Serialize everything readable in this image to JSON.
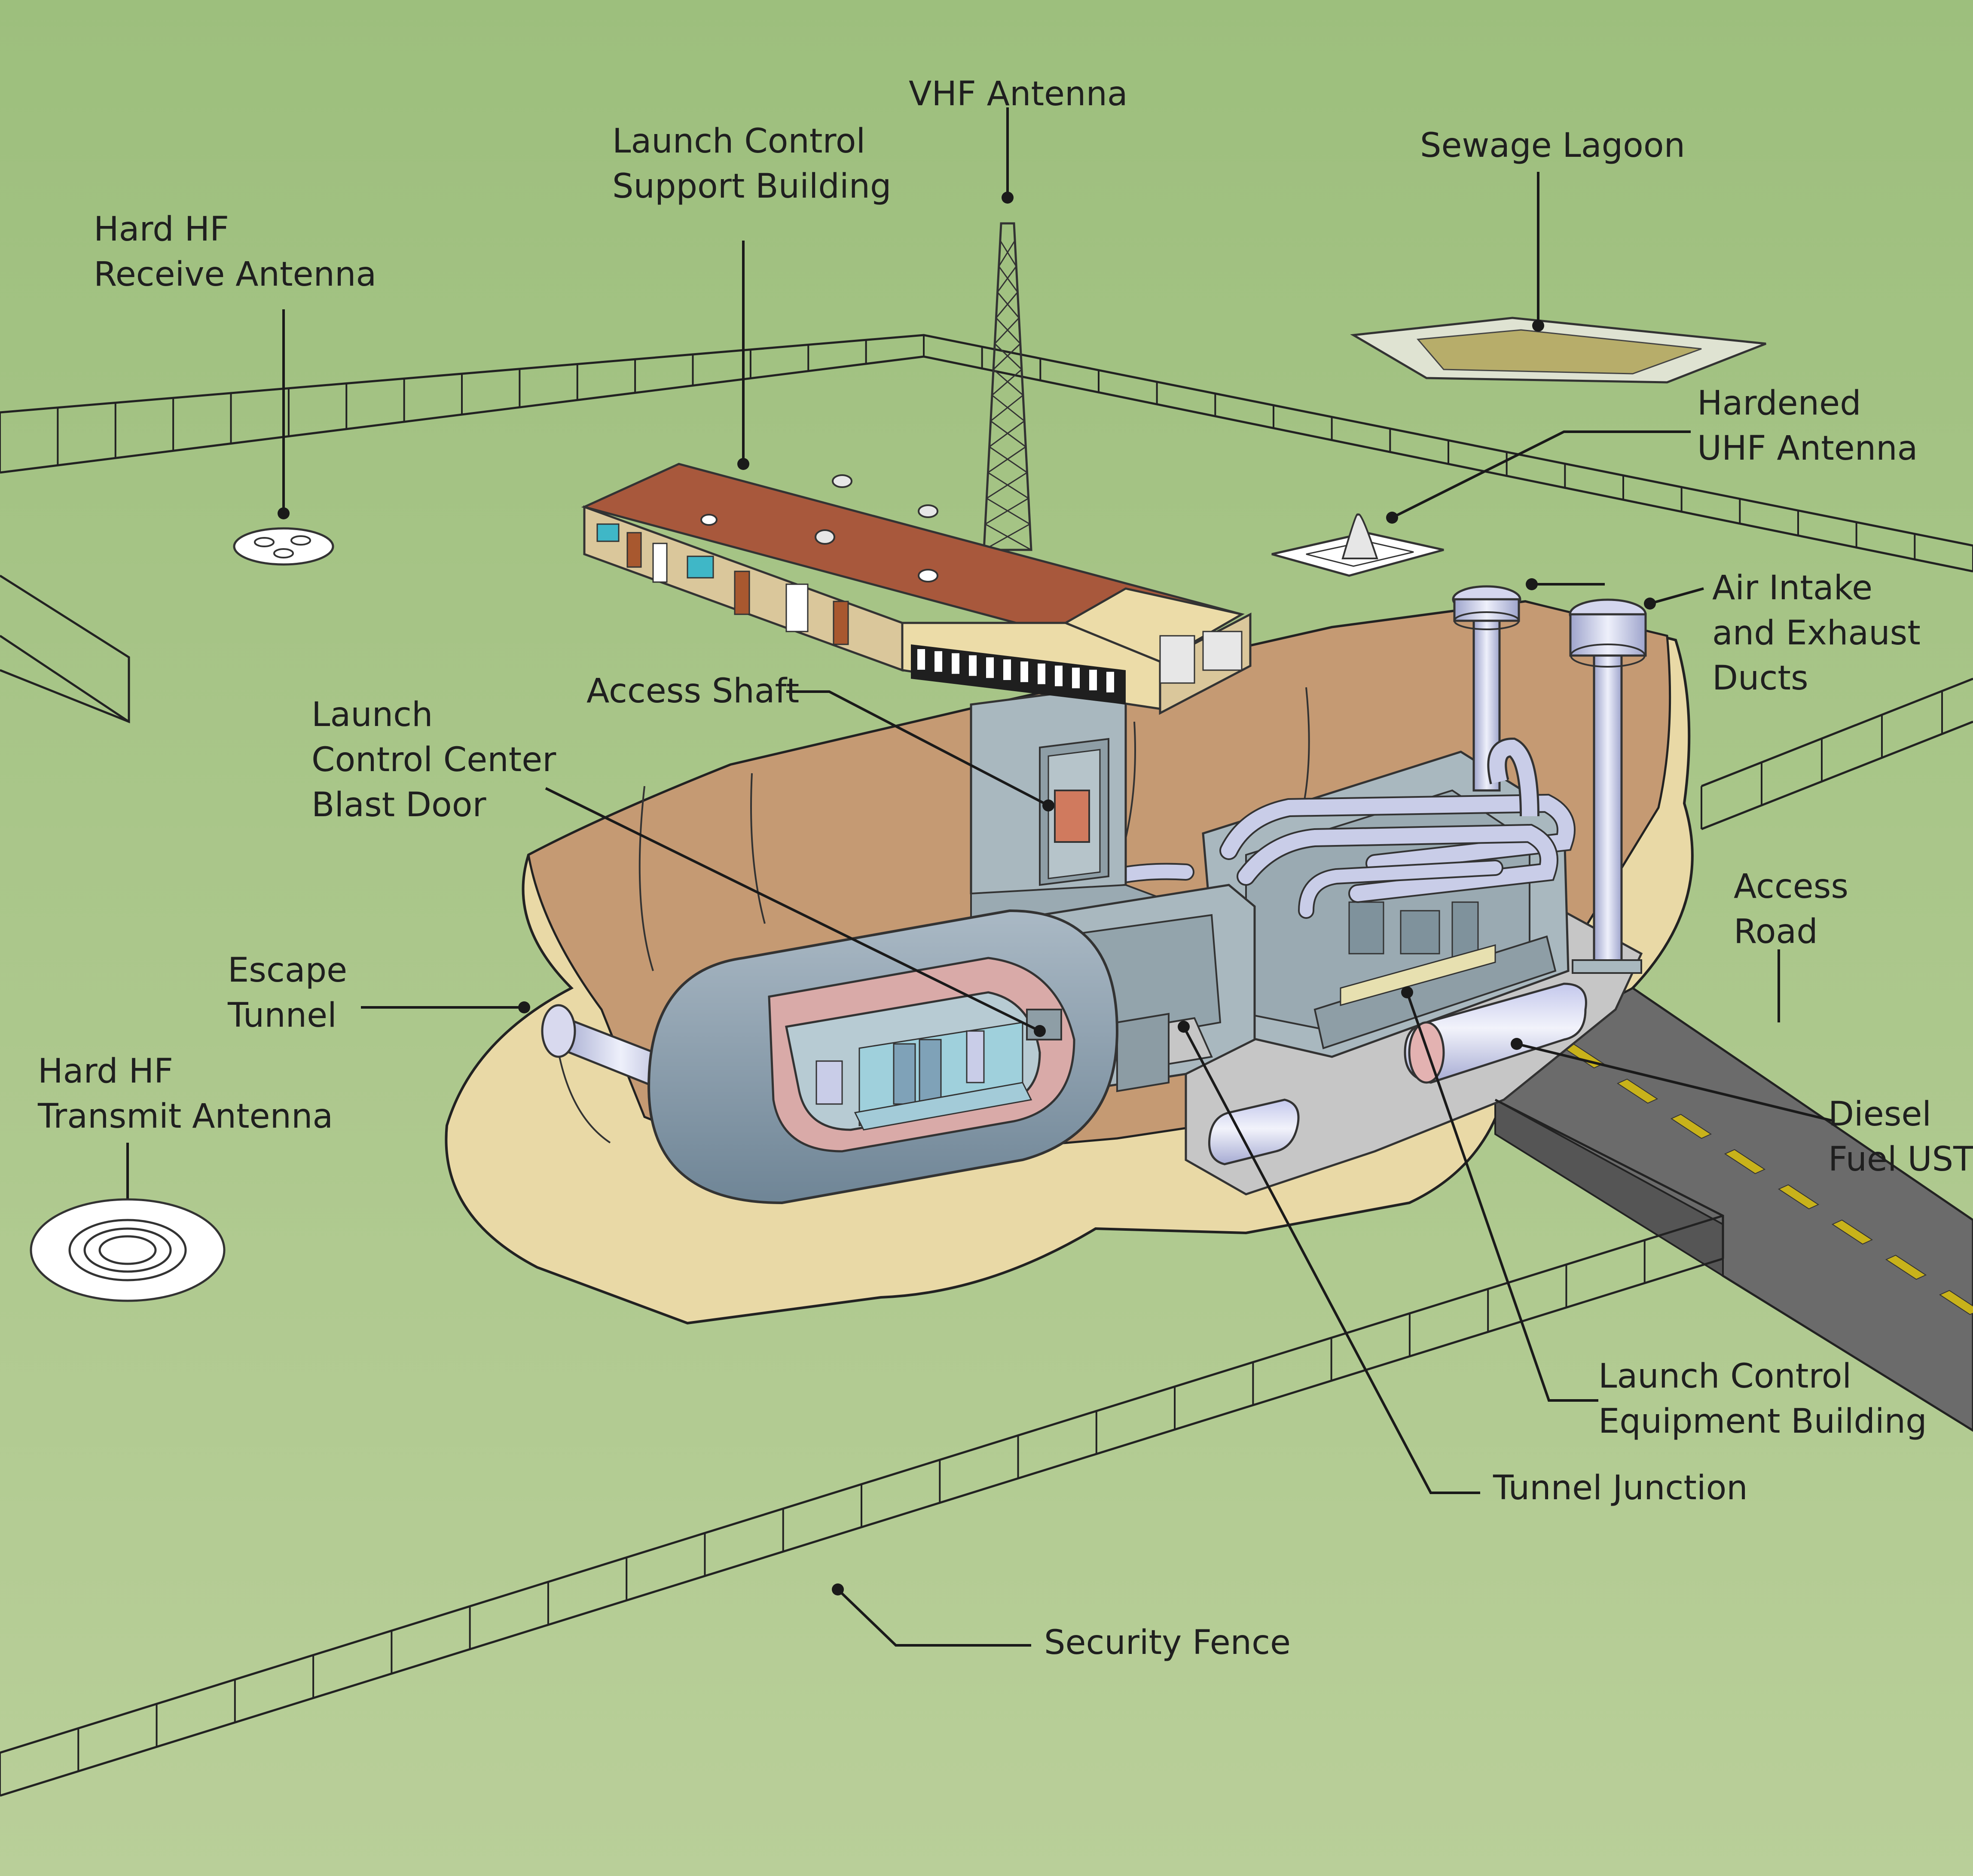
{
  "labels": {
    "vhf_antenna": "VHF Antenna",
    "support_building_l1": "Launch Control",
    "support_building_l2": "Support Building",
    "hf_receive_l1": "Hard HF",
    "hf_receive_l2": "Receive Antenna",
    "sewage_lagoon": "Sewage Lagoon",
    "uhf_l1": "Hardened",
    "uhf_l2": "UHF Antenna",
    "air_ducts_l1": "Air Intake",
    "air_ducts_l2": "and Exhaust",
    "air_ducts_l3": "Ducts",
    "access_shaft": "Access Shaft",
    "blast_door_l1": "Launch",
    "blast_door_l2": "Control Center",
    "blast_door_l3": "Blast Door",
    "access_road_l1": "Access",
    "access_road_l2": "Road",
    "escape_tunnel_l1": "Escape",
    "escape_tunnel_l2": "Tunnel",
    "hf_transmit_l1": "Hard HF",
    "hf_transmit_l2": "Transmit Antenna",
    "diesel_l1": "Diesel",
    "diesel_l2": "Fuel UST",
    "equipment_building_l1": "Launch Control",
    "equipment_building_l2": "Equipment Building",
    "tunnel_junction": "Tunnel Junction",
    "security_fence": "Security Fence"
  },
  "colors": {
    "ground_light": "#b8cf98",
    "ground_dark": "#9dbf7d",
    "dirt": "#c59a73",
    "sand": "#e9d9a6",
    "concrete": "#a9b8bf",
    "capsule": "#8ea3b4",
    "roof": "#a8583c",
    "wall": "#dac79b",
    "road": "#6b6b6b",
    "stripe": "#c8b21a",
    "pipe": "#c9cde8",
    "lagoon": "#b7ad6a",
    "pink": "#d9aaa8"
  }
}
